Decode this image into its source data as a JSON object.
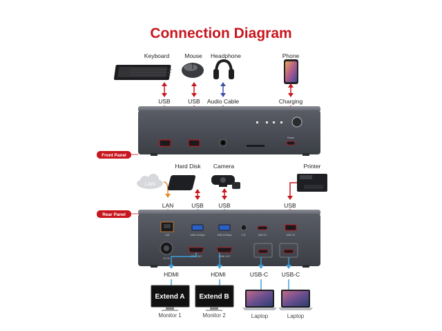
{
  "title": "Connection Diagram",
  "colors": {
    "title": "#c8161e",
    "red_cable": "#c8161e",
    "blue_cable": "#3d4fa8",
    "orange_cable": "#e38b2a",
    "cyan_cable": "#3a9fd9",
    "hub_body": "#4a4d55",
    "panel_tag": "#c8161e"
  },
  "panel_tags": {
    "front": "Front Panel",
    "rear": "Rear Panel"
  },
  "front": {
    "devices": {
      "keyboard": "Keyboard",
      "mouse": "Mouse",
      "headphone": "Headphone",
      "phone": "Phone"
    },
    "connections": {
      "keyboard": "USB",
      "mouse": "USB",
      "headphone": "Audio Cable",
      "phone": "Charging"
    },
    "port_text": {
      "power": "Power"
    }
  },
  "rear": {
    "devices": {
      "hard_disk": "Hard Disk",
      "camera": "Camera",
      "printer": "Printer",
      "lan_cloud": "LAN"
    },
    "connections": {
      "lan": "LAN",
      "hard_disk": "USB",
      "camera": "USB",
      "printer": "USB"
    },
    "port_text": {
      "lan": "LAN",
      "usb_a_1": "USB-A 5Gbps",
      "usb_a_2": "USB-A 5Gbps",
      "ctl": "CTL",
      "usb_c_mid": "USB 2.0",
      "usb_c_right": "USB 2.0",
      "dc_in": "DC IN",
      "hdmi_1": "HDMI OUT",
      "hdmi_2": "HDMI OUT"
    },
    "outputs": {
      "hdmi_1": "HDMI",
      "hdmi_2": "HDMI",
      "usbc_1": "USB-C",
      "usbc_2": "USB-C"
    },
    "monitors": [
      {
        "screen": "Extend A",
        "caption": "Monitor 1"
      },
      {
        "screen": "Extend B",
        "caption": "Monitor 2"
      }
    ],
    "laptops": [
      {
        "caption": "Laptop"
      },
      {
        "caption": "Laptop"
      }
    ]
  }
}
